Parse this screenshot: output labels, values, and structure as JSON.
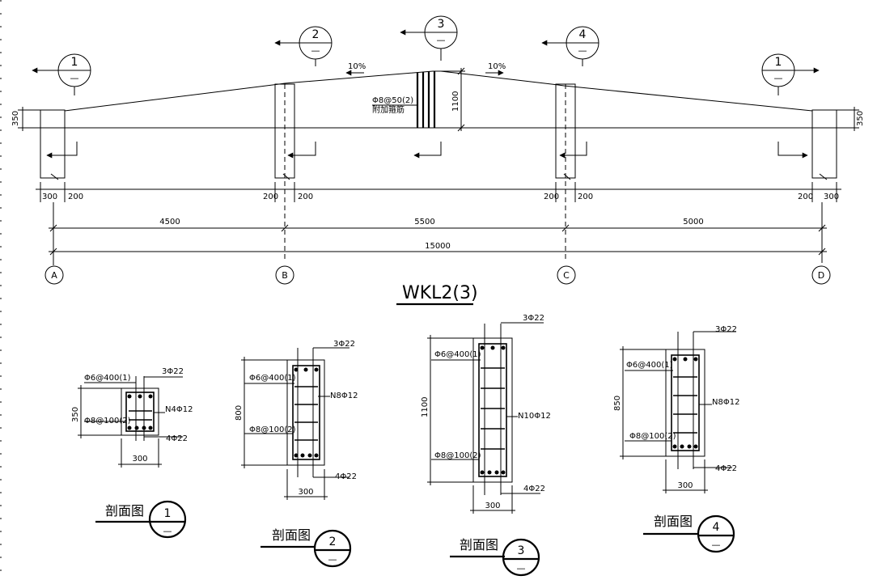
{
  "beam_title": "WKL2(3)",
  "slopes": {
    "left": "10%",
    "right": "10%"
  },
  "section_marks": [
    {
      "num": "1",
      "dash": "—"
    },
    {
      "num": "2",
      "dash": "—"
    },
    {
      "num": "3",
      "dash": "—"
    },
    {
      "num": "4",
      "dash": "—"
    }
  ],
  "stirrup_add": {
    "spec": "Φ8@50(2)",
    "label": "附加箍筋"
  },
  "end_heights": {
    "left": "350",
    "right": "350",
    "ridge": "1100"
  },
  "column_widths": {
    "a_left": "300",
    "a_right": "200",
    "b_left": "200",
    "b_right": "200",
    "c_left": "200",
    "c_right": "200",
    "d_left": "200",
    "d_right": "300"
  },
  "spans": {
    "ab": "4500",
    "bc": "5500",
    "cd": "5000",
    "total": "15000"
  },
  "axes": {
    "a": "A",
    "b": "B",
    "c": "C",
    "d": "D"
  },
  "sections": [
    {
      "width": "300",
      "height": "350",
      "stirrup": "Φ6@400(1)",
      "top_bars": "3Φ22",
      "side_bars": "N4Φ12",
      "main_stirrup": "Φ8@100(2)",
      "bottom_bars": "4Φ22",
      "caption": "剖面图",
      "num": "1"
    },
    {
      "width": "300",
      "height": "800",
      "stirrup": "Φ6@400(1)",
      "top_bars": "3Φ22",
      "side_bars": "N8Φ12",
      "main_stirrup": "Φ8@100(2)",
      "bottom_bars": "4Φ22",
      "caption": "剖面图",
      "num": "2"
    },
    {
      "width": "300",
      "height": "1100",
      "stirrup": "Φ6@400(1)",
      "top_bars": "3Φ22",
      "side_bars": "N10Φ12",
      "main_stirrup": "Φ8@100(2)",
      "bottom_bars": "4Φ22",
      "caption": "剖面图",
      "num": "3"
    },
    {
      "width": "300",
      "height": "850",
      "stirrup": "Φ6@400(1)",
      "top_bars": "3Φ22",
      "side_bars": "N8Φ12",
      "main_stirrup": "Φ8@100(2)",
      "bottom_bars": "4Φ22",
      "caption": "剖面图",
      "num": "4"
    }
  ]
}
